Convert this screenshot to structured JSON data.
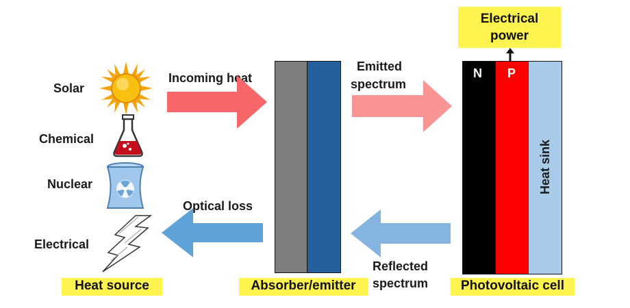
{
  "sources": {
    "solar_label": "Solar",
    "chemical_label": "Chemical",
    "nuclear_label": "Nuclear",
    "electrical_label": "Electrical",
    "caption": "Heat source"
  },
  "flows": {
    "incoming": "Incoming heat",
    "emitted_line1": "Emitted",
    "emitted_line2": "spectrum",
    "optical_loss": "Optical loss",
    "reflected_line1": "Reflected",
    "reflected_line2": "spectrum"
  },
  "absorber": {
    "caption": "Absorber/emitter"
  },
  "cell": {
    "n_label": "N",
    "p_label": "P",
    "heat_sink_label": "Heat sink",
    "caption": "Photovoltaic cell",
    "output_line1": "Electrical",
    "output_line2": "power"
  },
  "colors": {
    "incoming_arrow": "#f7676a",
    "emitted_arrow": "#f99494",
    "reflected_arrow": "#85b4e0",
    "loss_arrow": "#5ea2d8",
    "absorber_left": "#7f7f7f",
    "absorber_right": "#23609c",
    "n_layer": "#000000",
    "p_layer": "#ff0000",
    "heat_sink": "#a9cbea",
    "caption_bg": "#fff44f"
  }
}
